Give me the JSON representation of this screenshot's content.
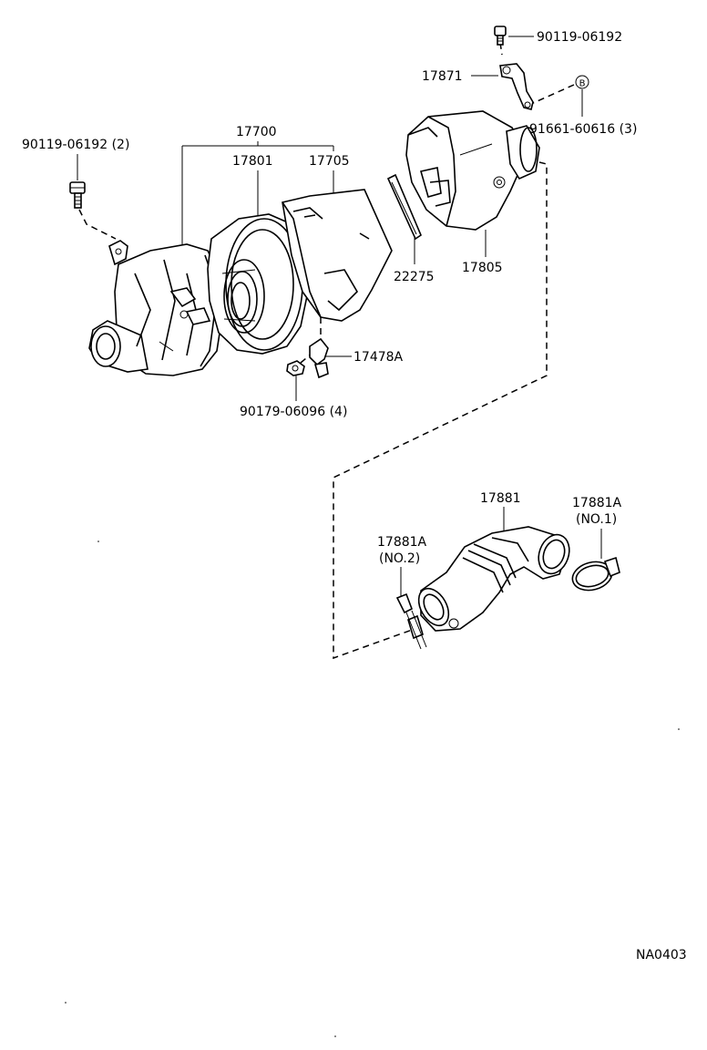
{
  "labels": {
    "bolt_top": "90119-06192",
    "bracket": "17871",
    "ref_marker": "B",
    "bolt_right": "91661-60616 (3)",
    "bolt_left": "90119-06192 (2)",
    "air_cleaner_assy": "17700",
    "element": "17801",
    "cap": "17705",
    "gasket": "22275",
    "cap_sub": "17805",
    "clamp_wing": "17478A",
    "nut": "90179-06096 (4)",
    "hose": "17881",
    "clamp_no1": "17881A",
    "clamp_no1_sub": "(NO.1)",
    "clamp_no2": "17881A",
    "clamp_no2_sub": "(NO.2)",
    "diagram_code": "NA0403"
  }
}
